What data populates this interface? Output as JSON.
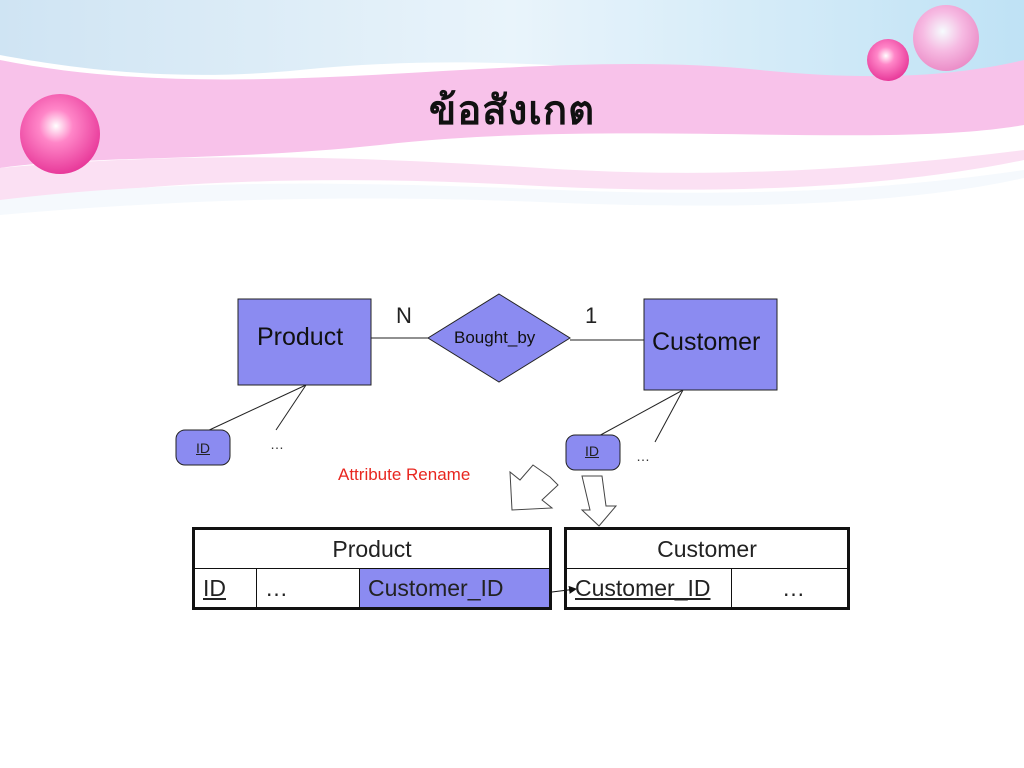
{
  "slide": {
    "title": "ข้อสังเกต"
  },
  "er_diagram": {
    "entities": [
      {
        "name": "Product",
        "key_attribute": "ID",
        "more_attributes": "…"
      },
      {
        "name": "Customer",
        "key_attribute": "ID",
        "more_attributes": "…"
      }
    ],
    "relationship": {
      "name": "Bought_by",
      "cardinality_left": "N",
      "cardinality_right": "1"
    }
  },
  "annotation": {
    "text": "Attribute Rename"
  },
  "tables": [
    {
      "name": "Product",
      "columns": [
        "ID",
        "…",
        "Customer_ID"
      ]
    },
    {
      "name": "Customer",
      "columns": [
        "Customer_ID",
        "…"
      ]
    }
  ],
  "colors": {
    "entity_fill": "#8b8bf1",
    "accent_pink": "#f9b8e6",
    "annotation": "#e8261f"
  }
}
